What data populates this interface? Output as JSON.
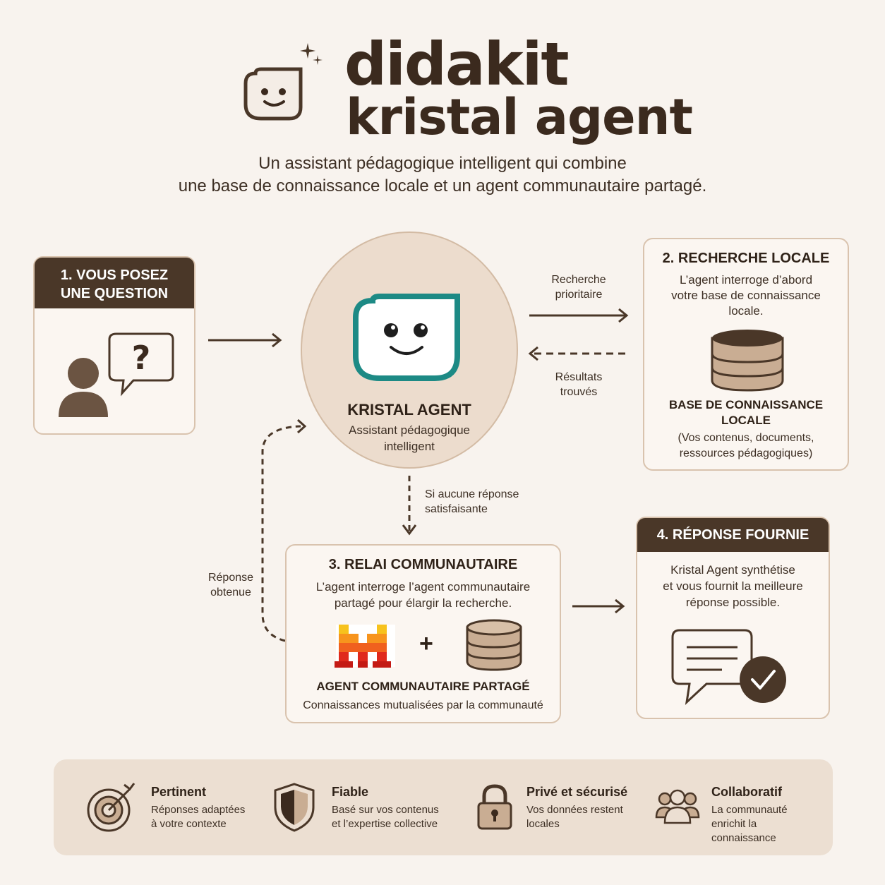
{
  "header": {
    "brand": "didakit",
    "product": "kristal agent",
    "tagline_line1": "Un assistant pédagogique intelligent qui combine",
    "tagline_line2": "une base de connaissance locale et un agent communautaire partagé."
  },
  "step1": {
    "title_line1": "1. VOUS POSEZ",
    "title_line2": "UNE QUESTION",
    "bubble_symbol": "?"
  },
  "center": {
    "title": "KRISTAL AGENT",
    "subtitle_line1": "Assistant pédagogique",
    "subtitle_line2": "intelligent"
  },
  "arrows": {
    "priority_line1": "Recherche",
    "priority_line2": "prioritaire",
    "results_line1": "Résultats",
    "results_line2": "trouvés",
    "fallback_line1": "Si aucune réponse",
    "fallback_line2": "satisfaisante",
    "answer_line1": "Réponse",
    "answer_line2": "obtenue"
  },
  "step2": {
    "title": "2. RECHERCHE LOCALE",
    "text_line1": "L’agent interroge d’abord",
    "text_line2": "votre base de connaissance",
    "text_line3": "locale.",
    "db_title_line1": "BASE DE CONNAISSANCE",
    "db_title_line2": "LOCALE",
    "db_text_line1": "(Vos contenus, documents,",
    "db_text_line2": "ressources pédagogiques)"
  },
  "step3": {
    "title": "3. RELAI COMMUNAUTAIRE",
    "text_line1": "L’agent interroge l’agent communautaire",
    "text_line2": "partagé pour élargir la recherche.",
    "plus": "+",
    "agent_title": "AGENT COMMUNAUTAIRE PARTAGÉ",
    "agent_text": "Connaissances mutualisées par la communauté"
  },
  "step4": {
    "title": "4. RÉPONSE FOURNIE",
    "text_line1": "Kristal Agent synthétise",
    "text_line2": "et vous fournit la meilleure",
    "text_line3": "réponse possible."
  },
  "features": [
    {
      "title": "Pertinent",
      "text": "Réponses adaptées\nà votre contexte",
      "icon": "target-icon"
    },
    {
      "title": "Fiable",
      "text": "Basé sur vos contenus\net l’expertise collective",
      "icon": "shield-icon"
    },
    {
      "title": "Privé et sécurisé",
      "text": "Vos données restent\nlocales",
      "icon": "lock-icon"
    },
    {
      "title": "Collaboratif",
      "text": "La communauté\nenrichit la connaissance",
      "icon": "community-icon"
    }
  ],
  "colors": {
    "background": "#f8f3ee",
    "dark_brown": "#4a3728",
    "card_border": "#d9c3ae",
    "circle_fill": "#ecdccd",
    "teal": "#1d8a85",
    "mistral_red": "#e0291c",
    "mistral_orange": "#f7941d"
  }
}
